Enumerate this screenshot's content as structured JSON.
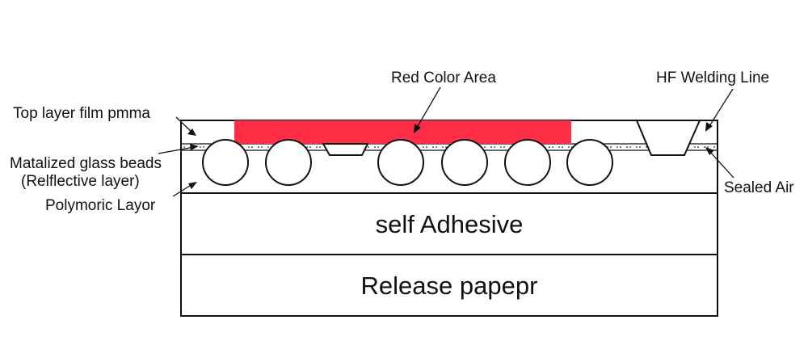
{
  "labels": {
    "red_color_area": "Red Color Area",
    "hf_welding_line": "HF Welding Line",
    "top_layer_film": "Top layer film pmma",
    "metalized_beads_line1": "Matalized glass beads",
    "metalized_beads_line2": "(Relflective layer)",
    "polymoric_layer": "Polymoric Layor",
    "sealed_air": "Sealed Air",
    "self_adhesive": "self Adhesive",
    "release_paper": "Release papepr"
  },
  "colors": {
    "red_area": "#ff2d45",
    "outline": "#111111"
  }
}
